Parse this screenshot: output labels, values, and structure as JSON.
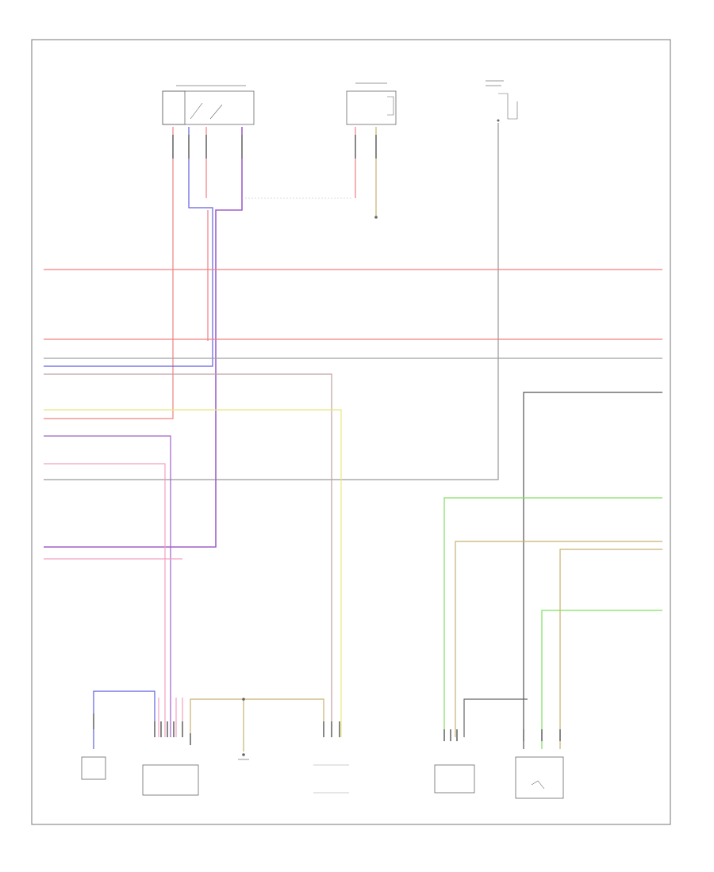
{
  "footer": {
    "code": ""
  },
  "wire_colors": {
    "red": "#f08080",
    "pink": "#f4a0c0",
    "violet": "#a060c8",
    "blue": "#6060e0",
    "gray": "#808080",
    "yellow": "#e8e880",
    "tan": "#c8b070",
    "orange": "#e87840",
    "green": "#80e060",
    "dark": "#555555"
  },
  "components": [
    {
      "id": "top-switch"
    },
    {
      "id": "top-middle-relay"
    },
    {
      "id": "top-right-fuse"
    },
    {
      "id": "clutch-position-module"
    },
    {
      "id": "clutch-sensor"
    },
    {
      "id": "ground-center"
    },
    {
      "id": "brake-switch"
    },
    {
      "id": "transmission-sensor"
    },
    {
      "id": "speed-sensor"
    }
  ]
}
